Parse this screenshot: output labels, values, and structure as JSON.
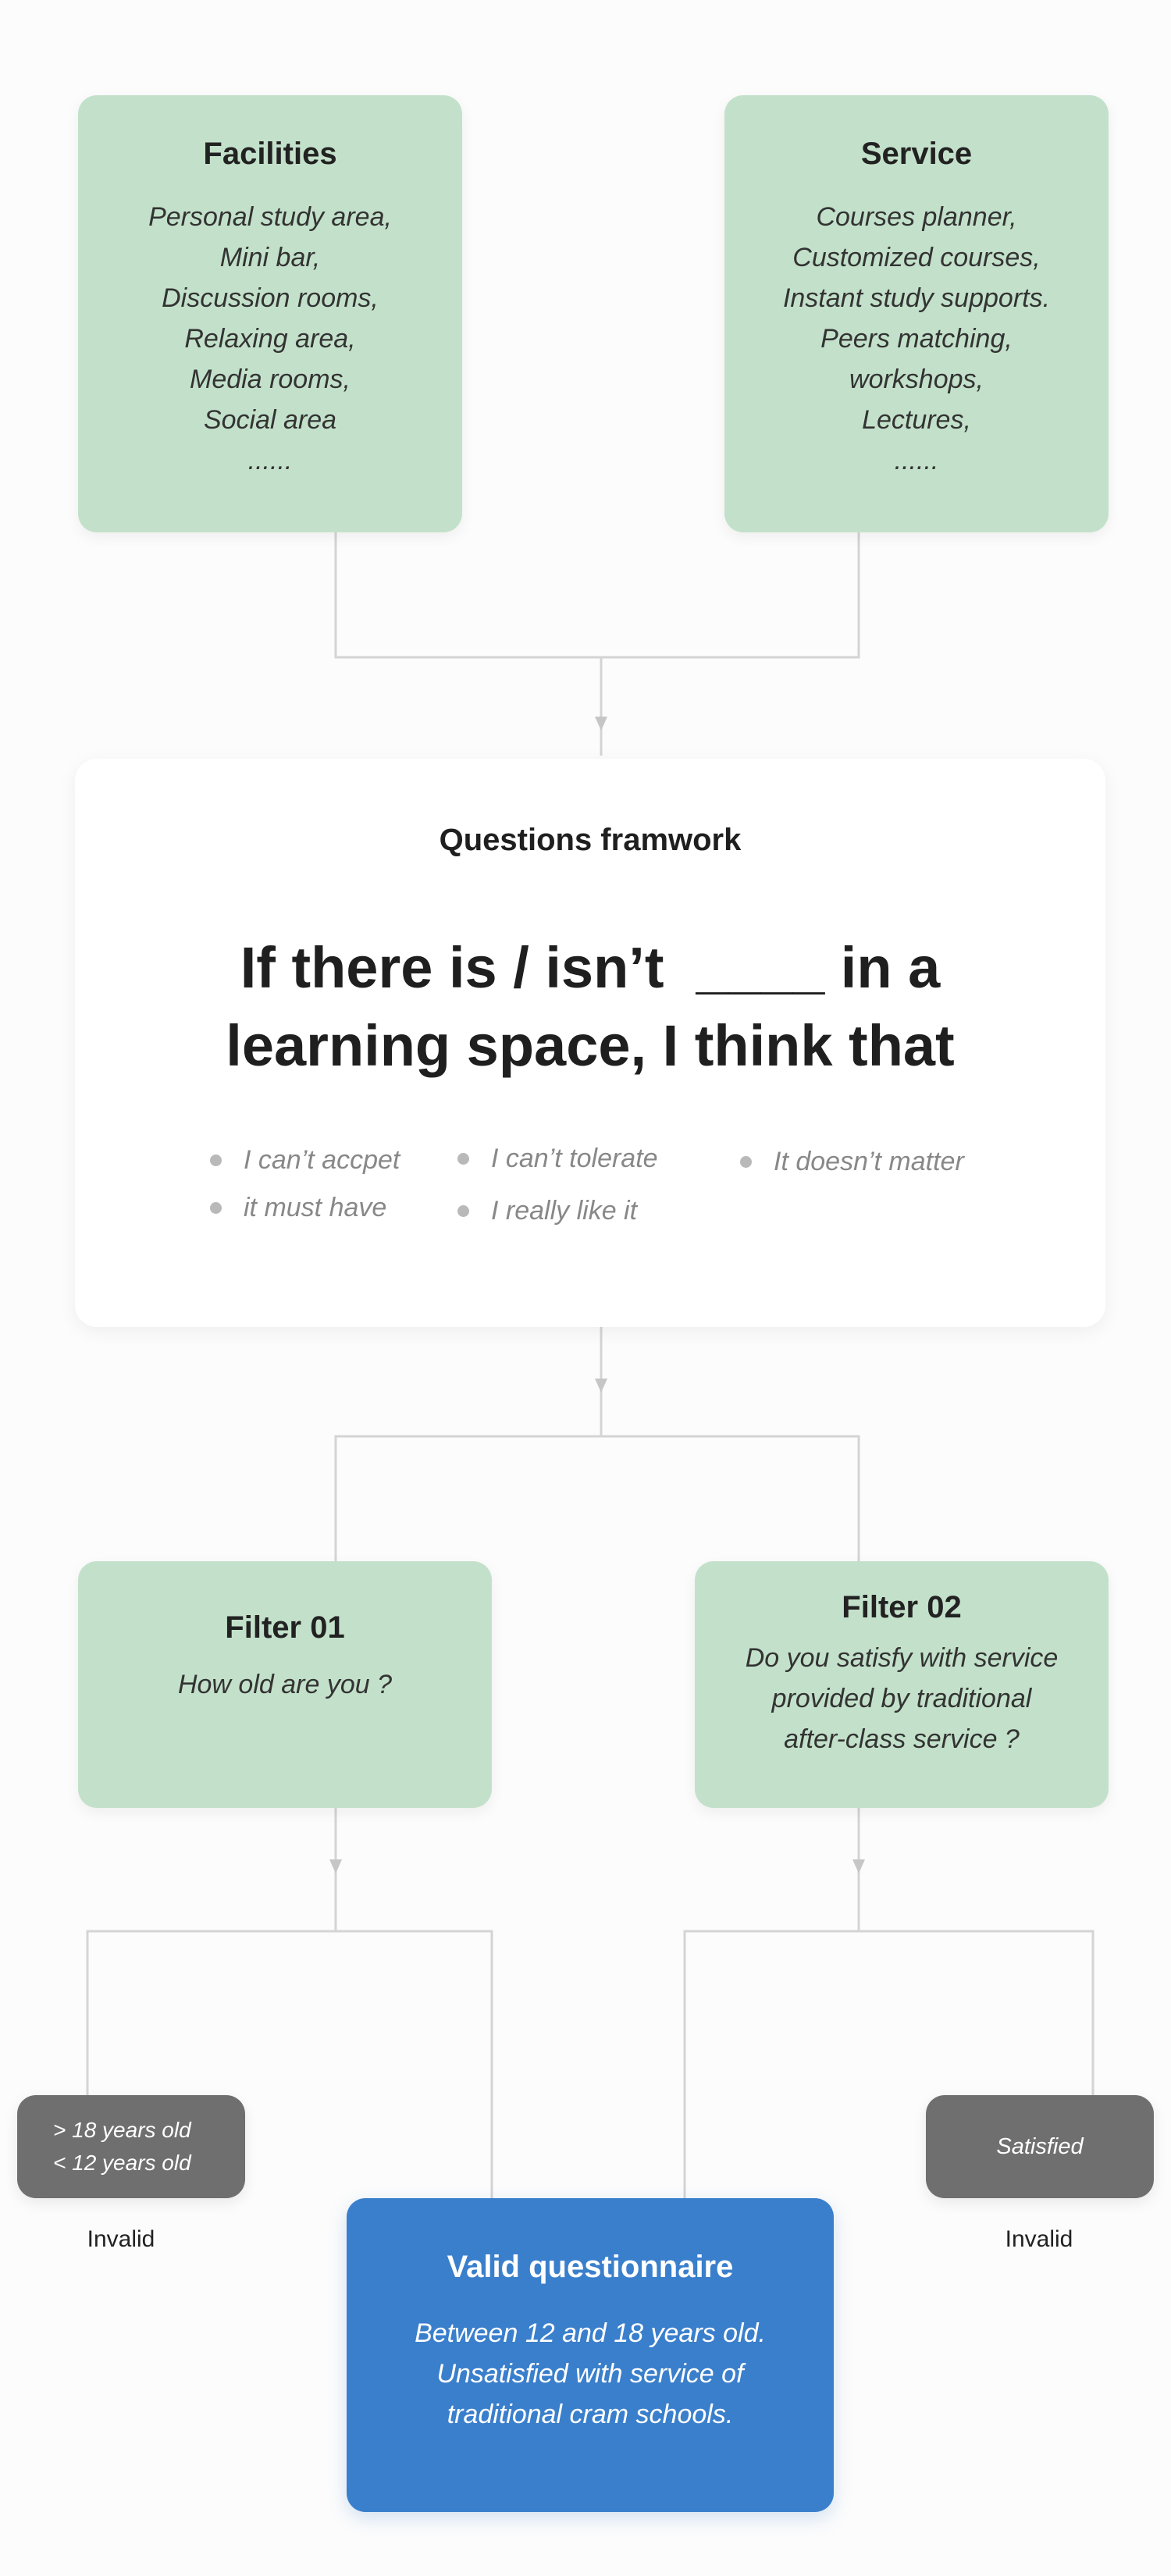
{
  "facilities": {
    "title": "Facilities",
    "items": [
      "Personal study area,",
      "Mini bar,",
      "Discussion rooms,",
      "Relaxing area,",
      "Media rooms,",
      "Social area",
      "......"
    ]
  },
  "service": {
    "title": "Service",
    "items": [
      "Courses planner,",
      "Customized courses,",
      "Instant study supports.",
      "Peers matching,",
      "workshops,",
      "Lectures,",
      "......"
    ]
  },
  "framework": {
    "title": "Questions framwork",
    "statement_line1": "If there is / isn’t  ____ in a",
    "statement_line2": "learning space, I think that",
    "options": {
      "cant_accept": "I can’t accpet",
      "must_have": "it must have",
      "cant_tolerate": "I can’t tolerate",
      "really_like": "I really like it",
      "doesnt_matter": "It doesn’t matter"
    }
  },
  "filter1": {
    "title": "Filter 01",
    "question": "How old are you ?"
  },
  "filter2": {
    "title": "Filter 02",
    "question_lines": [
      "Do you satisfy with service",
      "provided by traditional",
      "after-class service ?"
    ]
  },
  "invalid_age": {
    "lines": [
      "> 18 years old",
      "< 12 years old"
    ],
    "label": "Invalid"
  },
  "invalid_satisfied": {
    "text": "Satisfied",
    "label": "Invalid"
  },
  "valid": {
    "title": "Valid questionnaire",
    "lines": [
      "Between 12 and 18 years old.",
      "Unsatisfied with service of",
      "traditional cram schools."
    ]
  },
  "colors": {
    "green_box": "#c3e1ca",
    "gray_box": "#6f6f6f",
    "blue_box": "#3a7fcc",
    "connector": "#d4d4d4"
  }
}
